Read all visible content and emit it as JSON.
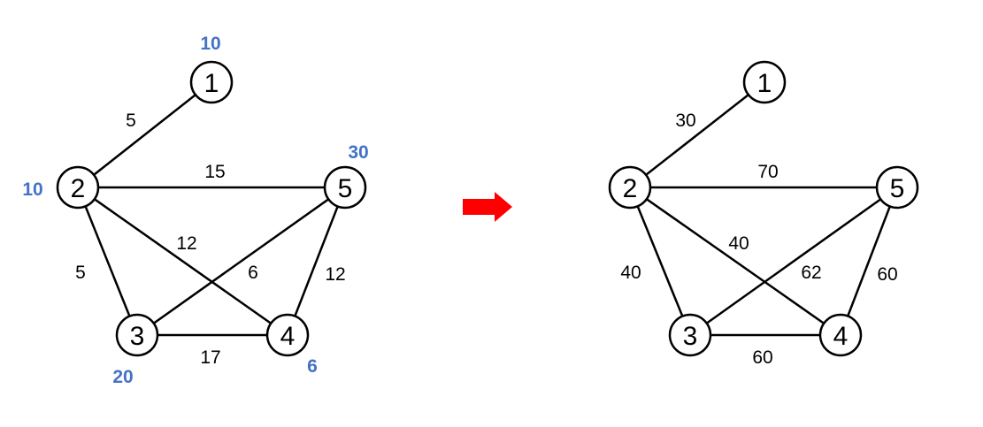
{
  "graphs": [
    {
      "nodes": [
        {
          "label": "1",
          "value": "10"
        },
        {
          "label": "2",
          "value": "10"
        },
        {
          "label": "3",
          "value": "20"
        },
        {
          "label": "4",
          "value": "6"
        },
        {
          "label": "5",
          "value": "30"
        }
      ],
      "edges": [
        {
          "from": "1",
          "to": "2",
          "weight": "5"
        },
        {
          "from": "2",
          "to": "5",
          "weight": "15"
        },
        {
          "from": "2",
          "to": "4",
          "weight": "12"
        },
        {
          "from": "2",
          "to": "3",
          "weight": "5"
        },
        {
          "from": "3",
          "to": "5",
          "weight": "6"
        },
        {
          "from": "4",
          "to": "5",
          "weight": "12"
        },
        {
          "from": "3",
          "to": "4",
          "weight": "17"
        }
      ]
    },
    {
      "nodes": [
        {
          "label": "1"
        },
        {
          "label": "2"
        },
        {
          "label": "3"
        },
        {
          "label": "4"
        },
        {
          "label": "5"
        }
      ],
      "edges": [
        {
          "from": "1",
          "to": "2",
          "weight": "30"
        },
        {
          "from": "2",
          "to": "5",
          "weight": "70"
        },
        {
          "from": "2",
          "to": "4",
          "weight": "40"
        },
        {
          "from": "2",
          "to": "3",
          "weight": "40"
        },
        {
          "from": "3",
          "to": "5",
          "weight": "62"
        },
        {
          "from": "4",
          "to": "5",
          "weight": "60"
        },
        {
          "from": "3",
          "to": "4",
          "weight": "60"
        }
      ]
    }
  ],
  "colors": {
    "node_value": "#4472c4",
    "arrow": "#ff0000",
    "line": "#000000"
  },
  "arrow_icon": "right-arrow-icon"
}
